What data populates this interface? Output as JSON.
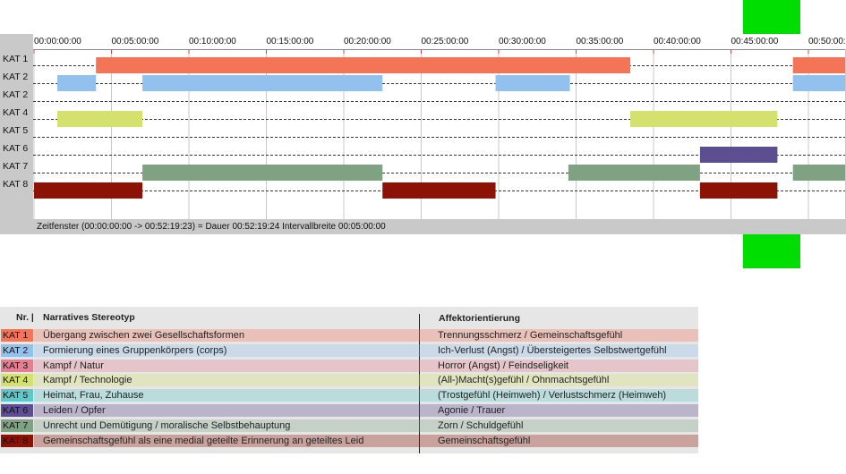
{
  "timeline": {
    "tick_labels": [
      "00:00:00:00",
      "00:05:00:00",
      "00:10:00:00",
      "00:15:00:00",
      "00:20:00:00",
      "00:25:00:00",
      "00:30:00:00",
      "00:35:00:00",
      "00:40:00:00",
      "00:45:00:00",
      "00:50:00:00"
    ],
    "row_labels": [
      "KAT 1",
      "KAT 2",
      "KAT 2",
      "KAT 4",
      "KAT 5",
      "KAT 6",
      "KAT 7",
      "KAT 8"
    ],
    "status_text": "Zeitfenster (00:00:00:00 -> 00:52:19:23) = Dauer 00:52:19:24    Intervallbreite 00:05:00:00",
    "rows": [
      {
        "color": "#f47458",
        "segments": [
          [
            4.0,
            38.5
          ],
          [
            49.0,
            53.0
          ]
        ]
      },
      {
        "color": "#92c1ee",
        "segments": [
          [
            1.5,
            4.0
          ],
          [
            7.0,
            22.5
          ],
          [
            29.8,
            34.6
          ],
          [
            49.0,
            53.0
          ]
        ]
      },
      {
        "color": "#e27f90",
        "segments": []
      },
      {
        "color": "#d4e16d",
        "segments": [
          [
            1.5,
            7.0
          ],
          [
            38.5,
            48.0
          ]
        ]
      },
      {
        "color": "#5ec8c8",
        "segments": []
      },
      {
        "color": "#5d4e92",
        "segments": [
          [
            43.0,
            48.0
          ]
        ]
      },
      {
        "color": "#7fa282",
        "segments": [
          [
            7.0,
            22.5
          ],
          [
            34.5,
            43.0
          ],
          [
            49.0,
            53.0
          ]
        ]
      },
      {
        "color": "#8b1205",
        "segments": [
          [
            0.0,
            7.0
          ],
          [
            22.5,
            29.8
          ],
          [
            43.0,
            48.0
          ]
        ]
      }
    ]
  },
  "legend": {
    "header_nr": "Nr. |",
    "header_stereotyp": "Narratives Stereotyp",
    "header_affekt": "Affektorientierung",
    "items": [
      {
        "kat": "KAT 1",
        "color": "#f47458",
        "stereotyp": "Übergang zwischen zwei Gesellschaftsformen",
        "affekt": "Trennungsschmerz / Gemeinschaftsgefühl"
      },
      {
        "kat": "KAT 2",
        "color": "#92c1ee",
        "stereotyp": "Formierung eines Gruppenkörpers (corps)",
        "affekt": "Ich-Verlust (Angst) / Übersteigertes Selbstwertgefühl"
      },
      {
        "kat": "KAT 3",
        "color": "#e27f90",
        "stereotyp": "Kampf / Natur",
        "affekt": "Horror (Angst) / Feindseligkeit"
      },
      {
        "kat": "KAT 4",
        "color": "#d4e16d",
        "stereotyp": "Kampf / Technologie",
        "affekt": "(All-)Macht(s)gefühl / Ohnmachtsgefühl"
      },
      {
        "kat": "KAT 5",
        "color": "#5ec8c8",
        "stereotyp": "Heimat, Frau, Zuhause",
        "affekt": "(Trostgefühl (Heimweh) / Verlustschmerz (Heimweh)"
      },
      {
        "kat": "KAT 6",
        "color": "#5d4e92",
        "stereotyp": "Leiden / Opfer",
        "affekt": "Agonie / Trauer"
      },
      {
        "kat": "KAT 7",
        "color": "#7fa282",
        "stereotyp": "Unrecht und Demütigung / moralische Selbstbehauptung",
        "affekt": "Zorn / Schuldgefühl"
      },
      {
        "kat": "KAT 8",
        "color": "#8b1205",
        "stereotyp": "Gemeinschaftsgefühl als eine medial geteilte Erinnerung an geteiltes Leid",
        "affekt": "Gemeinschaftsgefühl"
      }
    ]
  }
}
